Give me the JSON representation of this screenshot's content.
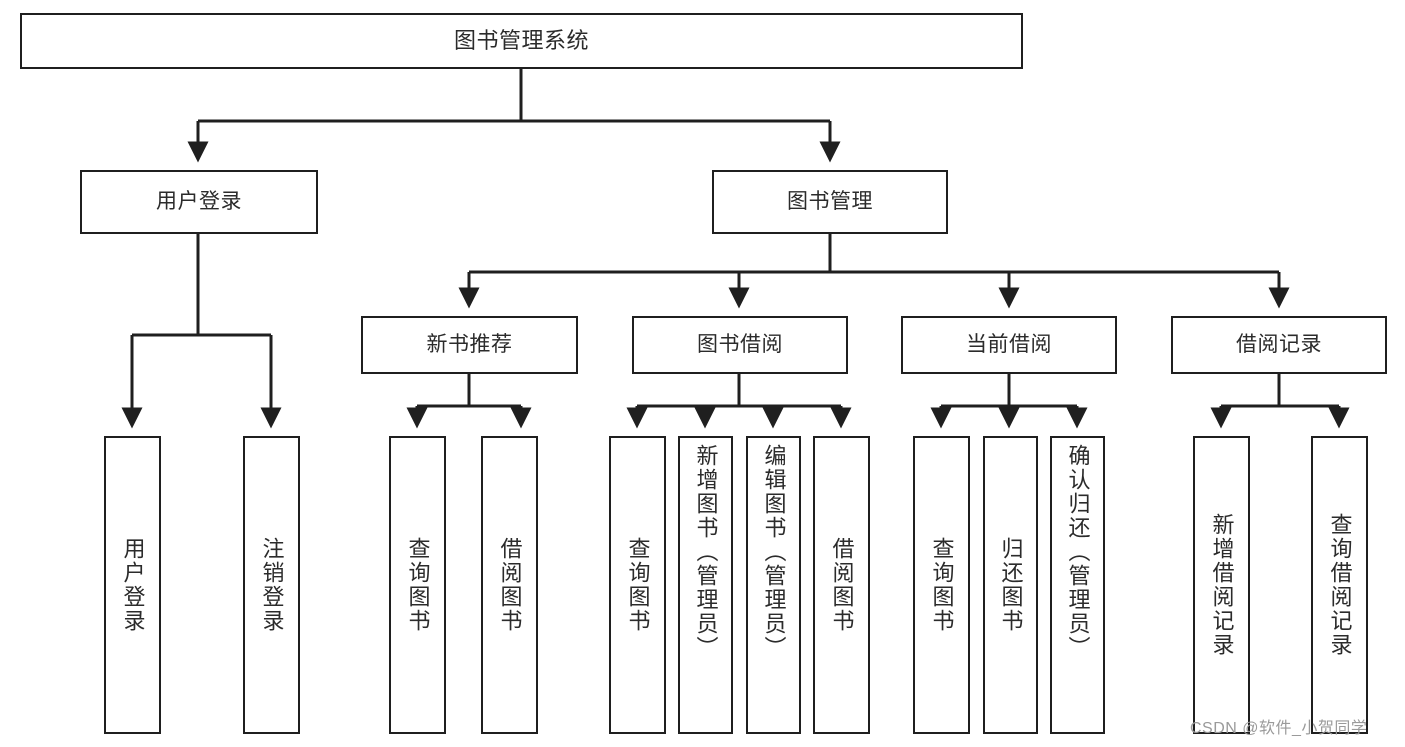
{
  "diagram": {
    "type": "tree-hierarchy",
    "title": "图书管理系统",
    "watermark": "CSDN @软件_小贺同学",
    "colors": {
      "box_border": "#1f1f1f",
      "box_fill": "#ffffff",
      "connector": "#1f1f1f",
      "text": "#2b2b2b",
      "watermark": "#9a9a9a",
      "background": "#ffffff"
    },
    "nodes": {
      "root": {
        "label": "图书管理系统"
      },
      "level2": [
        {
          "id": "user-login",
          "label": "用户登录"
        },
        {
          "id": "book-manage",
          "label": "图书管理"
        }
      ],
      "level3": [
        {
          "id": "new-book-recommend",
          "label": "新书推荐"
        },
        {
          "id": "book-borrow",
          "label": "图书借阅"
        },
        {
          "id": "current-borrow",
          "label": "当前借阅"
        },
        {
          "id": "borrow-record",
          "label": "借阅记录"
        }
      ],
      "leaves": {
        "user-login": [
          {
            "id": "leaf-user-login",
            "label": "用户登录"
          },
          {
            "id": "leaf-logout",
            "label": "注销登录"
          }
        ],
        "new-book-recommend": [
          {
            "id": "leaf-query-book-1",
            "label": "查询图书"
          },
          {
            "id": "leaf-borrow-book-1",
            "label": "借阅图书"
          }
        ],
        "book-borrow": [
          {
            "id": "leaf-query-book-2",
            "label": "查询图书"
          },
          {
            "id": "leaf-add-book",
            "label": "新增图书（管理员）"
          },
          {
            "id": "leaf-edit-book",
            "label": "编辑图书（管理员）"
          },
          {
            "id": "leaf-borrow-book-2",
            "label": "借阅图书"
          }
        ],
        "current-borrow": [
          {
            "id": "leaf-query-book-3",
            "label": "查询图书"
          },
          {
            "id": "leaf-return-book",
            "label": "归还图书"
          },
          {
            "id": "leaf-confirm-return",
            "label": "确认归还（管理员）"
          }
        ],
        "borrow-record": [
          {
            "id": "leaf-add-record",
            "label": "新增借阅记录"
          },
          {
            "id": "leaf-query-record",
            "label": "查询借阅记录"
          }
        ]
      }
    }
  }
}
